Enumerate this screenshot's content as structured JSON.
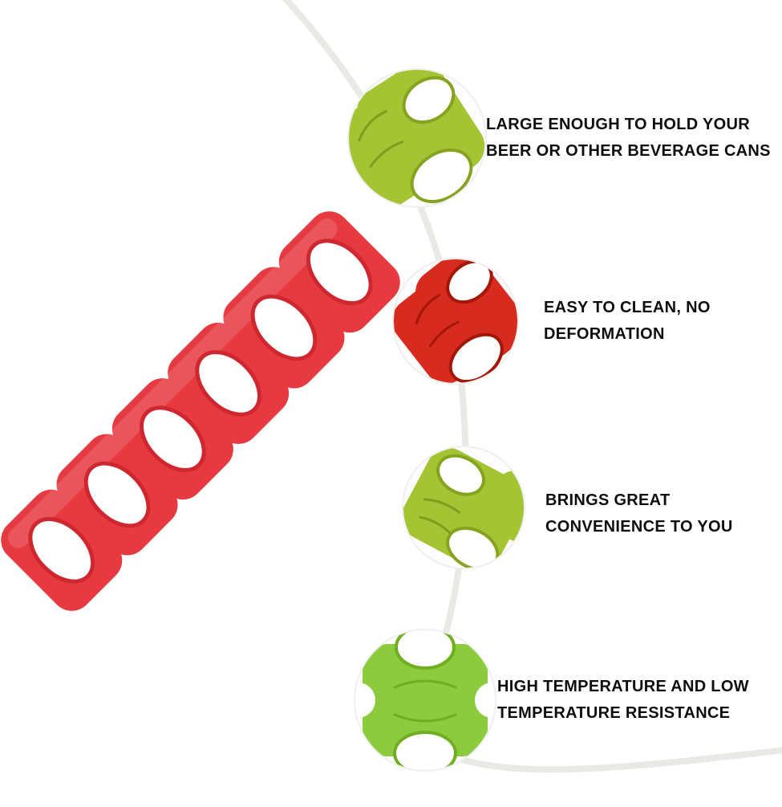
{
  "meta": {
    "type": "product-feature-showcase",
    "product": "silicone can holder rack"
  },
  "colors": {
    "background": "#ffffff",
    "curve": "#e9e9e6",
    "text": "#0e0e0e",
    "bubble_fill": "#fdfdfd",
    "bubble_ring": "#efefef",
    "rack_red": "#e63a40",
    "rack_hole_rim": "#cf2730",
    "detail_green": "#a5c433",
    "detail_green_rim": "#86a31f",
    "detail_bright_green": "#8ccb3e",
    "detail_bright_green_rim": "#6fae21",
    "detail_red": "#d62b1e",
    "detail_red_rim": "#a31708"
  },
  "features": [
    {
      "id": "capacity",
      "detail_color": "green",
      "text": "LARGE ENOUGH TO HOLD YOUR BEER OR OTHER BEVERAGE CANS"
    },
    {
      "id": "easy-clean",
      "detail_color": "red",
      "text": "EASY TO CLEAN, NO DEFORMATION"
    },
    {
      "id": "convenience",
      "detail_color": "green",
      "text": "BRINGS GREAT CONVENIENCE TO YOU"
    },
    {
      "id": "temperature",
      "detail_color": "bright-green",
      "text": "HIGH TEMPERATURE AND LOW TEMPERATURE RESISTANCE"
    }
  ]
}
